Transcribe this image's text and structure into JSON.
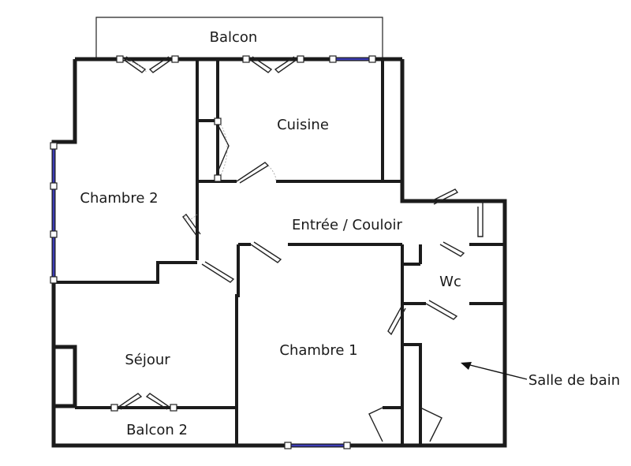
{
  "plan": {
    "rooms": {
      "balcon": "Balcon",
      "cuisine": "Cuisine",
      "chambre2": "Chambre 2",
      "entree": "Entrée / Couloir",
      "wc": "Wc",
      "sejour": "Séjour",
      "chambre1": "Chambre 1",
      "balcon2": "Balcon 2",
      "salle_de_bain": "Salle de bain"
    }
  }
}
